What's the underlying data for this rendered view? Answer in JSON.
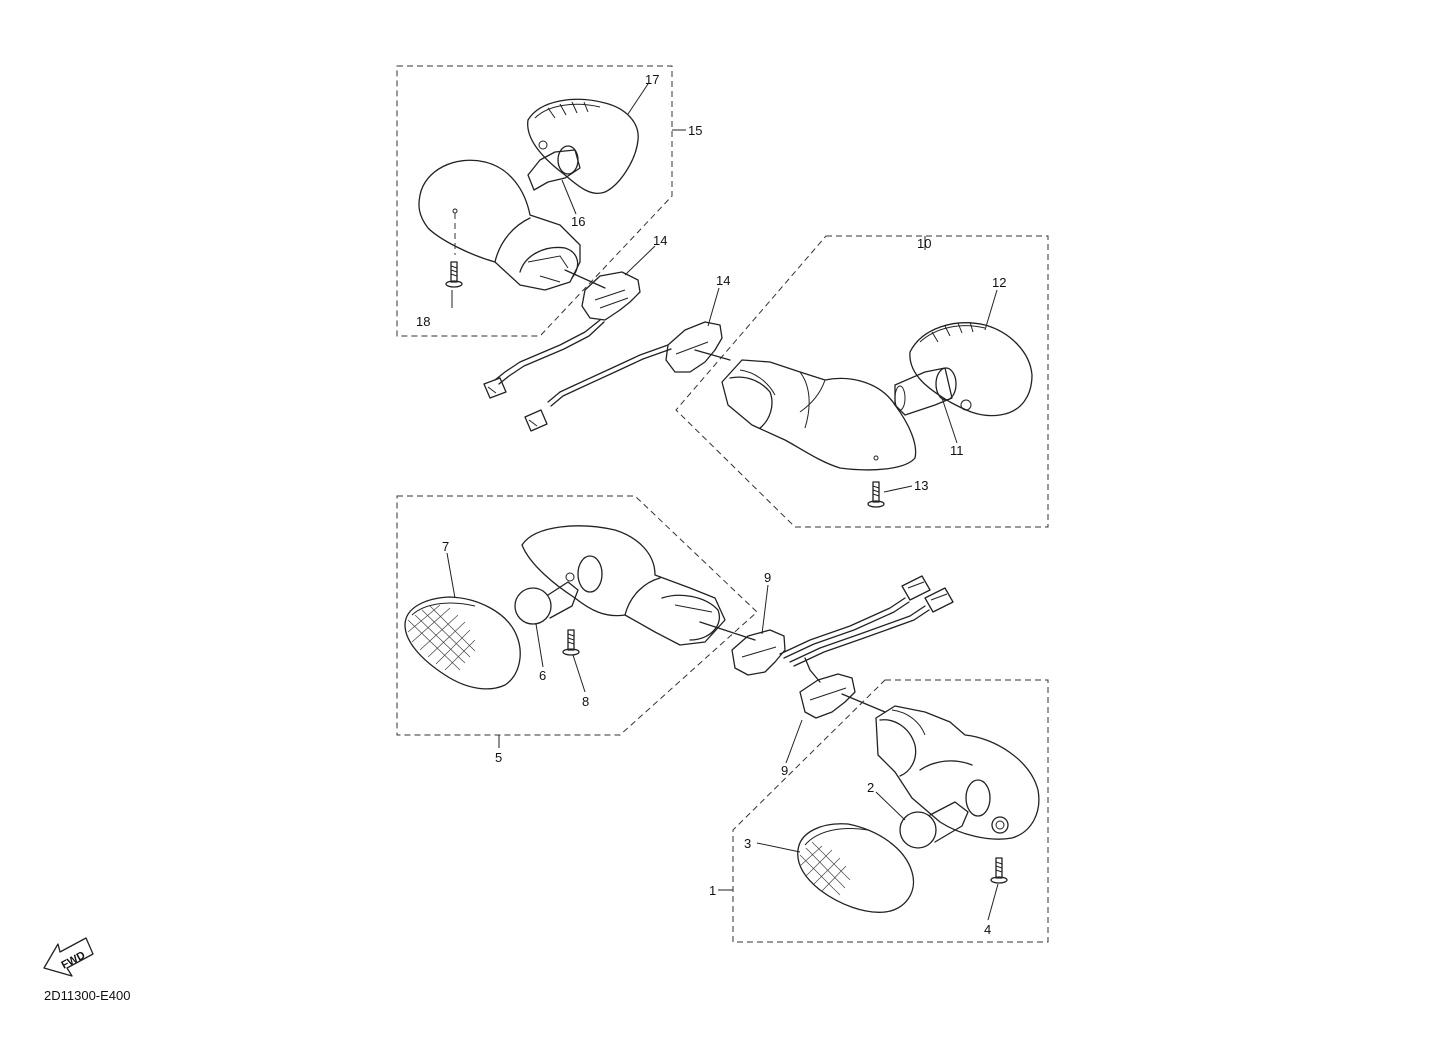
{
  "diagram_code": "2D11300-E400",
  "fwd_label": "FWD",
  "callouts": {
    "c1": "1",
    "c2": "2",
    "c3": "3",
    "c4": "4",
    "c5": "5",
    "c6": "6",
    "c7": "7",
    "c8": "8",
    "c9a": "9",
    "c9b": "9",
    "c10": "10",
    "c11": "11",
    "c12": "12",
    "c13": "13",
    "c14a": "14",
    "c14b": "14",
    "c15": "15",
    "c16": "16",
    "c17": "17",
    "c18": "18"
  }
}
